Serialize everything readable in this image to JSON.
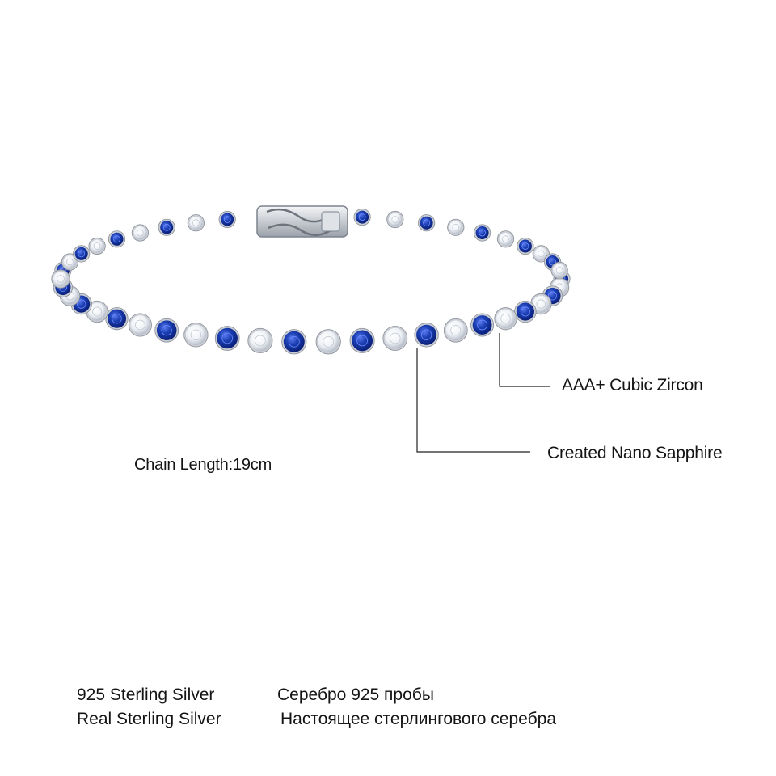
{
  "callouts": {
    "cubic_zircon": "AAA+ Cubic Zircon",
    "nano_sapphire": "Created Nano Sapphire"
  },
  "chain_length": "Chain Length:19cm",
  "specs": {
    "en_line_1": "925 Sterling Silver",
    "en_line_2": "Real Sterling Silver",
    "ru_line_1": "Серебро 925 пробы",
    "ru_line_2": "Настоящее стерлингового серебра"
  },
  "colors": {
    "sapphire": "#1b3fb3",
    "sapphire_dark": "#0a1f78",
    "zircon": "#eef1f6",
    "silver": "#b9bec6",
    "leader_line": "#222222"
  }
}
